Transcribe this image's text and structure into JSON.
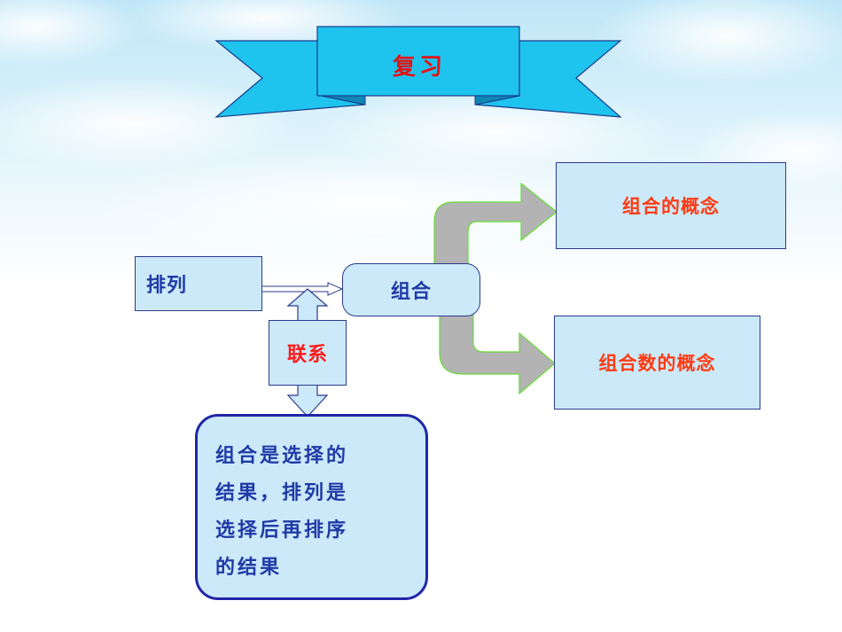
{
  "title": "复习",
  "nodes": {
    "pailie": "排列",
    "zuhe": "组合",
    "lianxi": "联系",
    "concept_combination": "组合的概念",
    "concept_combination_number": "组合数的概念"
  },
  "note_lines": [
    "组合是选择的",
    "结果，排列是",
    "选择后再排序",
    "的结果"
  ],
  "colors": {
    "box_fill": "#cce9f9",
    "box_border": "#2b3a8f",
    "text_blue": "#1f3aa6",
    "text_red": "#ff1a1a",
    "text_orange": "#ff3b12",
    "ribbon": "#1ec3ee",
    "curved_arrow": "#b3b3b3",
    "curved_arrow_edge": "#66dd33"
  }
}
